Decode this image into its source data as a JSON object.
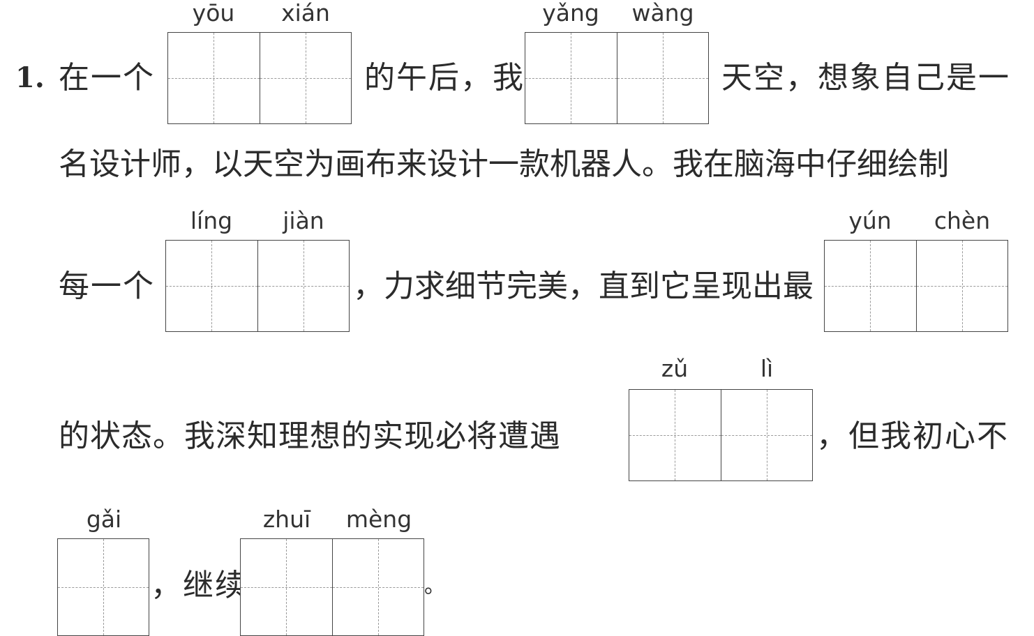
{
  "question_number": "1.",
  "text": {
    "t1": "在一个",
    "t2": "的午后，我",
    "t3": "天空，想象自己是一",
    "t4": "名设计师，以天空为画布来设计一款机器人。我在脑海中仔细绘制",
    "t5": "每一个",
    "t6": "，力求细节完美，直到它呈现出最",
    "t7": "的状态。我深知理想的实现必将遭遇",
    "t8": "，但我初心不",
    "t9": "，继续",
    "t10": "。"
  },
  "blanks": [
    {
      "pinyin": [
        "yōu",
        "xián"
      ]
    },
    {
      "pinyin": [
        "yǎng",
        "wàng"
      ]
    },
    {
      "pinyin": [
        "líng",
        "jiàn"
      ]
    },
    {
      "pinyin": [
        "yún",
        "chèn"
      ]
    },
    {
      "pinyin": [
        "zǔ",
        "lì"
      ]
    },
    {
      "pinyin": [
        "gǎi"
      ]
    },
    {
      "pinyin": [
        "zhuī",
        "mèng"
      ]
    }
  ]
}
